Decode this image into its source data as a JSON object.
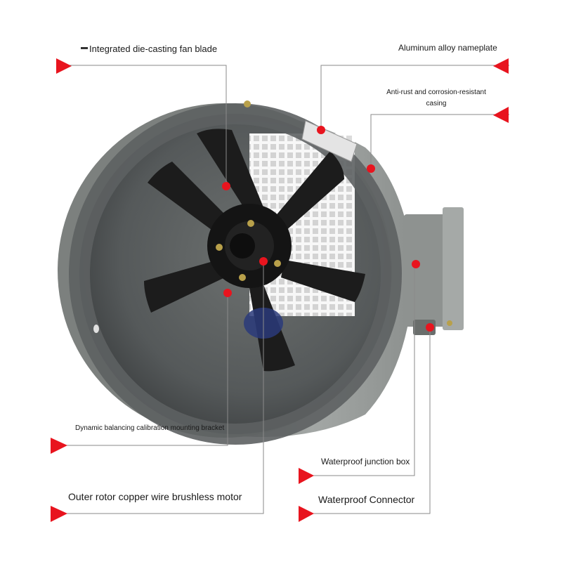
{
  "callouts": {
    "fan_blade": "Integrated die-casting fan blade",
    "nameplate": "Aluminum alloy nameplate",
    "casing": "Anti-rust and corrosion-resistant casing",
    "bracket": "Dynamic balancing calibration mounting bracket",
    "junction_box": "Waterproof junction box",
    "motor": "Outer rotor copper wire brushless motor",
    "connector": "Waterproof Connector"
  },
  "colors": {
    "marker": "#e8141e",
    "leader_line": "#8a8a8a",
    "housing": "#8f9390",
    "housing_dark": "#4a4e4d",
    "motor_hub": "#141414"
  },
  "icons": [
    "fan-blade",
    "grille",
    "motor-hub",
    "junction-box",
    "nameplate"
  ]
}
